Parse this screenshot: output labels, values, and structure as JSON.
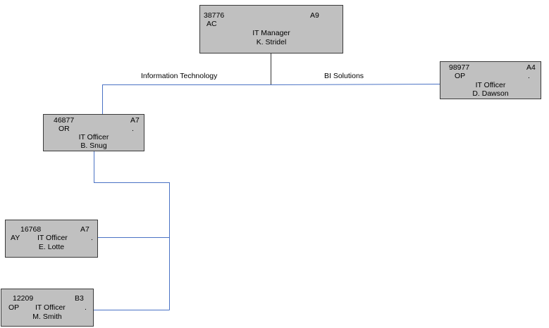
{
  "colors": {
    "box_fill": "#c0c0c0",
    "box_border": "#3a3a3a",
    "connector": "#4a72c4"
  },
  "edge_labels": {
    "information_technology": "Information Technology",
    "bi_solutions": "BI Solutions"
  },
  "nodes": {
    "stridel": {
      "id": "38776",
      "grade": "A9",
      "code": "AC",
      "mark": "",
      "title": "IT Manager",
      "name": "K. Stridel"
    },
    "dawson": {
      "id": "98977",
      "grade": "A4",
      "code": "OP",
      "mark": ".",
      "title": "IT Officer",
      "name": "D. Dawson"
    },
    "snug": {
      "id": "46877",
      "grade": "A7",
      "code": "OR",
      "mark": ".",
      "title": "IT Officer",
      "name": "B. Snug"
    },
    "lotte": {
      "id": "16768",
      "grade": "A7",
      "code": "AY",
      "mark": ".",
      "title": "IT Officer",
      "name": "E. Lotte"
    },
    "smith": {
      "id": "12209",
      "grade": "B3",
      "code": "OP",
      "mark": ".",
      "title": "IT Officer",
      "name": "M. Smith"
    }
  }
}
